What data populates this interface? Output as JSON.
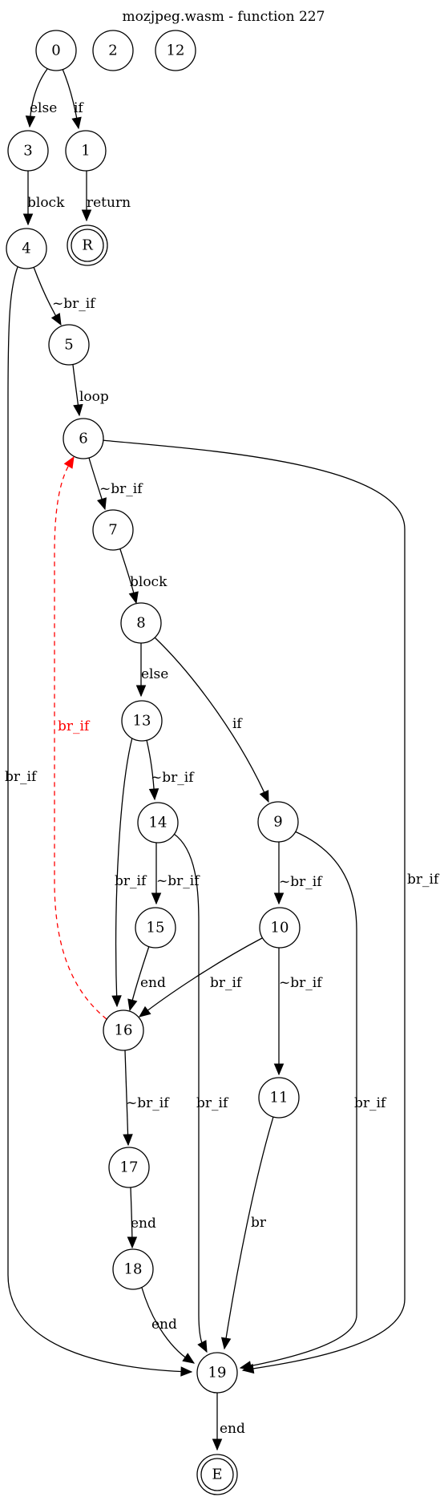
{
  "title": "mozjpeg.wasm - function 227",
  "colors": {
    "edge": "#000000",
    "back_edge": "#ff0000",
    "background": "#ffffff"
  },
  "nodes": [
    {
      "id": "0",
      "label": "0",
      "shape": "circle"
    },
    {
      "id": "2",
      "label": "2",
      "shape": "circle"
    },
    {
      "id": "12",
      "label": "12",
      "shape": "circle"
    },
    {
      "id": "3",
      "label": "3",
      "shape": "circle"
    },
    {
      "id": "1",
      "label": "1",
      "shape": "circle"
    },
    {
      "id": "R",
      "label": "R",
      "shape": "doublecircle"
    },
    {
      "id": "4",
      "label": "4",
      "shape": "circle"
    },
    {
      "id": "5",
      "label": "5",
      "shape": "circle"
    },
    {
      "id": "6",
      "label": "6",
      "shape": "circle"
    },
    {
      "id": "7",
      "label": "7",
      "shape": "circle"
    },
    {
      "id": "8",
      "label": "8",
      "shape": "circle"
    },
    {
      "id": "13",
      "label": "13",
      "shape": "circle"
    },
    {
      "id": "9",
      "label": "9",
      "shape": "circle"
    },
    {
      "id": "14",
      "label": "14",
      "shape": "circle"
    },
    {
      "id": "15",
      "label": "15",
      "shape": "circle"
    },
    {
      "id": "10",
      "label": "10",
      "shape": "circle"
    },
    {
      "id": "16",
      "label": "16",
      "shape": "circle"
    },
    {
      "id": "11",
      "label": "11",
      "shape": "circle"
    },
    {
      "id": "17",
      "label": "17",
      "shape": "circle"
    },
    {
      "id": "18",
      "label": "18",
      "shape": "circle"
    },
    {
      "id": "19",
      "label": "19",
      "shape": "circle"
    },
    {
      "id": "E",
      "label": "E",
      "shape": "doublecircle"
    }
  ],
  "edges": [
    {
      "from": "0",
      "to": "3",
      "label": "else"
    },
    {
      "from": "0",
      "to": "1",
      "label": "if"
    },
    {
      "from": "3",
      "to": "4",
      "label": "block"
    },
    {
      "from": "1",
      "to": "R",
      "label": "return"
    },
    {
      "from": "4",
      "to": "5",
      "label": "~br_if"
    },
    {
      "from": "4",
      "to": "19",
      "label": "br_if"
    },
    {
      "from": "5",
      "to": "6",
      "label": "loop"
    },
    {
      "from": "6",
      "to": "7",
      "label": "~br_if"
    },
    {
      "from": "6",
      "to": "19",
      "label": "br_if"
    },
    {
      "from": "7",
      "to": "8",
      "label": "block"
    },
    {
      "from": "8",
      "to": "13",
      "label": "else"
    },
    {
      "from": "8",
      "to": "9",
      "label": "if"
    },
    {
      "from": "13",
      "to": "14",
      "label": "~br_if"
    },
    {
      "from": "13",
      "to": "16",
      "label": "br_if"
    },
    {
      "from": "14",
      "to": "15",
      "label": "~br_if"
    },
    {
      "from": "14",
      "to": "19",
      "label": "br_if"
    },
    {
      "from": "9",
      "to": "10",
      "label": "~br_if"
    },
    {
      "from": "9",
      "to": "19",
      "label": "br_if"
    },
    {
      "from": "15",
      "to": "16",
      "label": "end"
    },
    {
      "from": "10",
      "to": "16",
      "label": "br_if"
    },
    {
      "from": "10",
      "to": "11",
      "label": "~br_if"
    },
    {
      "from": "16",
      "to": "6",
      "label": "br_if",
      "style": "dashed-red"
    },
    {
      "from": "16",
      "to": "17",
      "label": "~br_if"
    },
    {
      "from": "11",
      "to": "19",
      "label": "br"
    },
    {
      "from": "17",
      "to": "18",
      "label": "end"
    },
    {
      "from": "18",
      "to": "19",
      "label": "end"
    },
    {
      "from": "19",
      "to": "E",
      "label": "end"
    }
  ]
}
